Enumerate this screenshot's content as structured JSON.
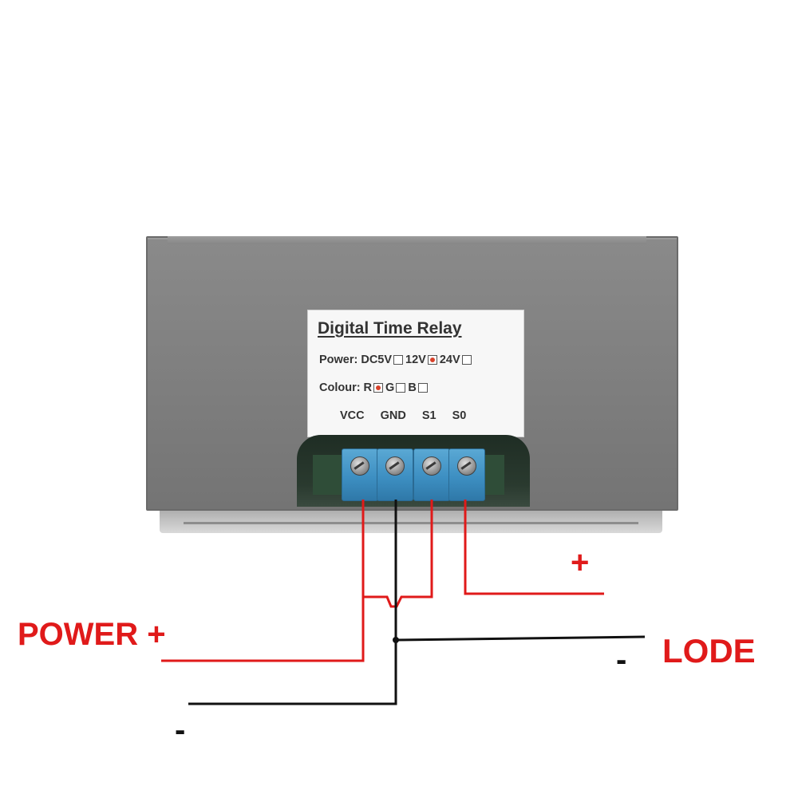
{
  "label": {
    "title": "Digital Time Relay",
    "power": {
      "label": "Power:",
      "options": [
        {
          "text": "DC5V",
          "checked": false
        },
        {
          "text": "12V",
          "checked": true
        },
        {
          "text": "24V",
          "checked": false
        }
      ]
    },
    "colour": {
      "label": "Colour:",
      "options": [
        {
          "text": "R",
          "checked": true
        },
        {
          "text": "G",
          "checked": false
        },
        {
          "text": "B",
          "checked": false
        }
      ]
    },
    "pins": [
      "VCC",
      "GND",
      "S1",
      "S0"
    ]
  },
  "annotations": {
    "power_label": "POWER",
    "power_plus": "+",
    "power_minus": "-",
    "load_label": "LODE",
    "load_plus": "+",
    "load_minus": "-"
  },
  "colors": {
    "positive_wire": "#e01a1a",
    "negative_wire": "#111111",
    "terminal_block": "#3d8fc2",
    "device_body": "#7d7d7d"
  }
}
